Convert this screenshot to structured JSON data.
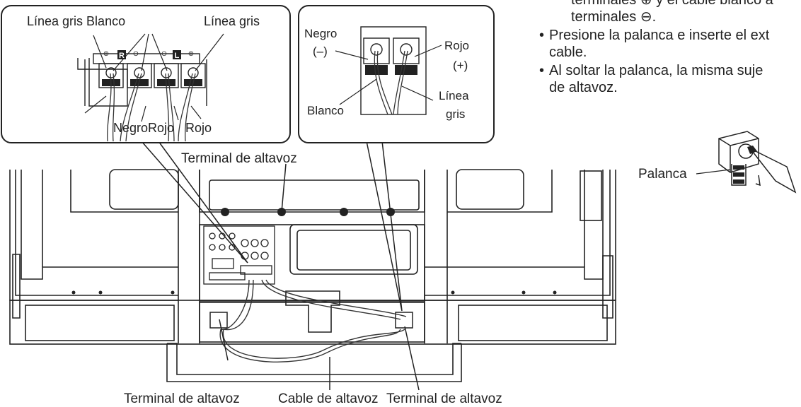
{
  "top_right_text": {
    "line1": "terminales ⊕ y el cable blanco a",
    "line2": "terminales ⊖.",
    "bullet1_a": "Presione la palanca e inserte el ext",
    "bullet1_b": "cable.",
    "bullet2_a": "Al soltar la palanca, la misma suje",
    "bullet2_b": "de altavoz.",
    "bullet_symbol": "•"
  },
  "left_callout": {
    "label_linea_gris_blanco": "Línea gris Blanco",
    "label_linea_gris": "Línea gris",
    "label_negro_rojo": "NegroRojo",
    "label_rojo": "Rojo",
    "terminal_marks": [
      "⊕",
      "R",
      "⊖",
      "⊖",
      "L",
      "⊕"
    ]
  },
  "right_callout": {
    "label_negro": "Negro",
    "label_negro_sign": "(–)",
    "label_rojo": "Rojo",
    "label_rojo_sign": "(+)",
    "label_blanco": "Blanco",
    "label_linea": "Línea",
    "label_gris": "gris"
  },
  "lever": {
    "label": "Palanca"
  },
  "bottom_labels": {
    "terminal_top": "Terminal de altavoz",
    "terminal_left": "Terminal de altavoz",
    "cable": "Cable de altavoz",
    "terminal_right": "Terminal de altavoz"
  }
}
